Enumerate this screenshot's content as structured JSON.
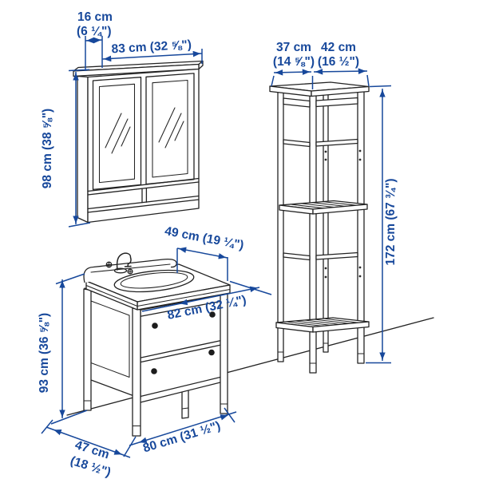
{
  "title": "Bathroom furniture dimension diagram",
  "colors": {
    "dimension_blue": "#17489b",
    "linework_dark": "#232323",
    "background": "#ffffff"
  },
  "mirror_cabinet": {
    "depth_cm": "16 cm",
    "depth_in": "(6 ¼\")",
    "width_label": "83 cm (32 ⅝\")",
    "height_label": "98 cm (38 ⅝\")"
  },
  "shelf_unit": {
    "depth_cm": "37 cm",
    "depth_in": "(14 ⅝\")",
    "width_cm": "42 cm",
    "width_in": "(16 ½\")",
    "height_label": "172 cm (67 ¾\")"
  },
  "sink_cabinet": {
    "basin_depth_label": "49 cm (19 ¼\")",
    "top_width_label": "82 cm (32 ¼\")",
    "height_label": "93 cm (36 ⅝\")",
    "bottom_width_label": "80 cm (31 ½\")",
    "depth_cm": "47 cm",
    "depth_in": "(18 ½\")"
  }
}
